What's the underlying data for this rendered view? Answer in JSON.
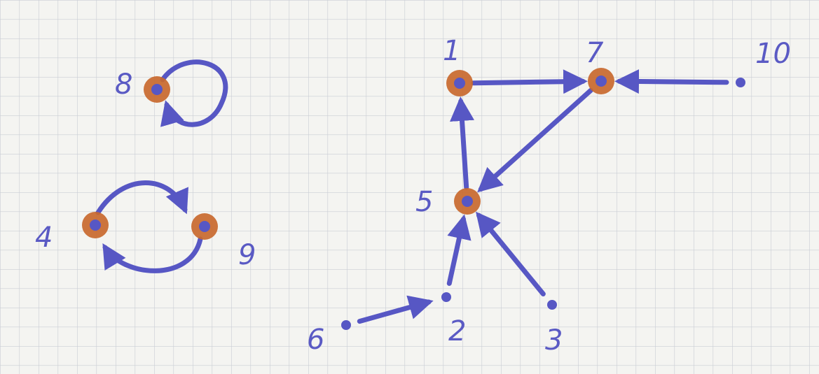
{
  "colors": {
    "paper": "#f4f4f1",
    "grid": "#c9cdd4",
    "ink": "#5757c4",
    "highlight": "#c8682e"
  },
  "nodes": [
    {
      "id": "1",
      "label": "1",
      "highlighted": true
    },
    {
      "id": "7",
      "label": "7",
      "highlighted": true
    },
    {
      "id": "10",
      "label": "10",
      "highlighted": false
    },
    {
      "id": "5",
      "label": "5",
      "highlighted": true
    },
    {
      "id": "2",
      "label": "2",
      "highlighted": false
    },
    {
      "id": "3",
      "label": "3",
      "highlighted": false
    },
    {
      "id": "6",
      "label": "6",
      "highlighted": false
    },
    {
      "id": "8",
      "label": "8",
      "highlighted": true
    },
    {
      "id": "4",
      "label": "4",
      "highlighted": true
    },
    {
      "id": "9",
      "label": "9",
      "highlighted": true
    }
  ],
  "edges": [
    {
      "from": "1",
      "to": "7"
    },
    {
      "from": "10",
      "to": "7"
    },
    {
      "from": "7",
      "to": "5"
    },
    {
      "from": "5",
      "to": "1"
    },
    {
      "from": "2",
      "to": "5"
    },
    {
      "from": "3",
      "to": "5"
    },
    {
      "from": "6",
      "to": "2"
    },
    {
      "from": "8",
      "to": "8"
    },
    {
      "from": "4",
      "to": "9"
    },
    {
      "from": "9",
      "to": "4"
    }
  ]
}
